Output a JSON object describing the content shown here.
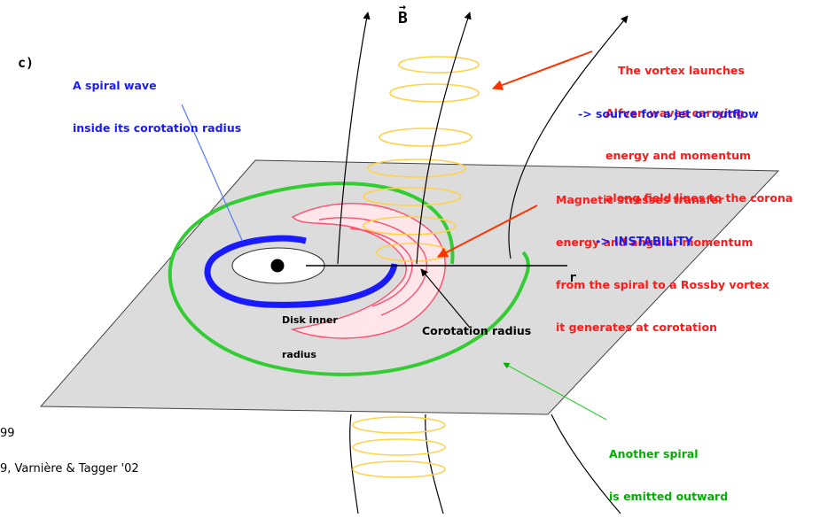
{
  "panel_label": "c)",
  "axis": {
    "field": "B",
    "field_vector_mark": "→",
    "radial": "r"
  },
  "labels": {
    "spiral_wave": [
      "A spiral wave",
      "inside its corotation radius"
    ],
    "vortex": [
      "The vortex launches",
      "Alfven waves carrying",
      "energy and momentum",
      "along field lines to the corona"
    ],
    "jet": "-> source for a jet or outflow",
    "magnetic": [
      "Magnetic stresses transfer",
      "energy and angular momentum",
      "from the spiral to a Rossby vortex",
      "it generates at corotation"
    ],
    "instability": "-> INSTABILITY",
    "disk_inner": [
      "Disk inner",
      "radius"
    ],
    "corotation": "Corotation radius",
    "another_spiral": [
      "Another spiral",
      "is emitted outward"
    ]
  },
  "footer": {
    "line1": "99",
    "line2": "9, Varnière & Tagger '02"
  },
  "colors": {
    "red": "#ff1a1a",
    "blue": "#1a1aff",
    "green": "#00b000",
    "yellow": "#ffd24a",
    "pink": "#ff4d6d",
    "disk": "#dcdcdc"
  }
}
